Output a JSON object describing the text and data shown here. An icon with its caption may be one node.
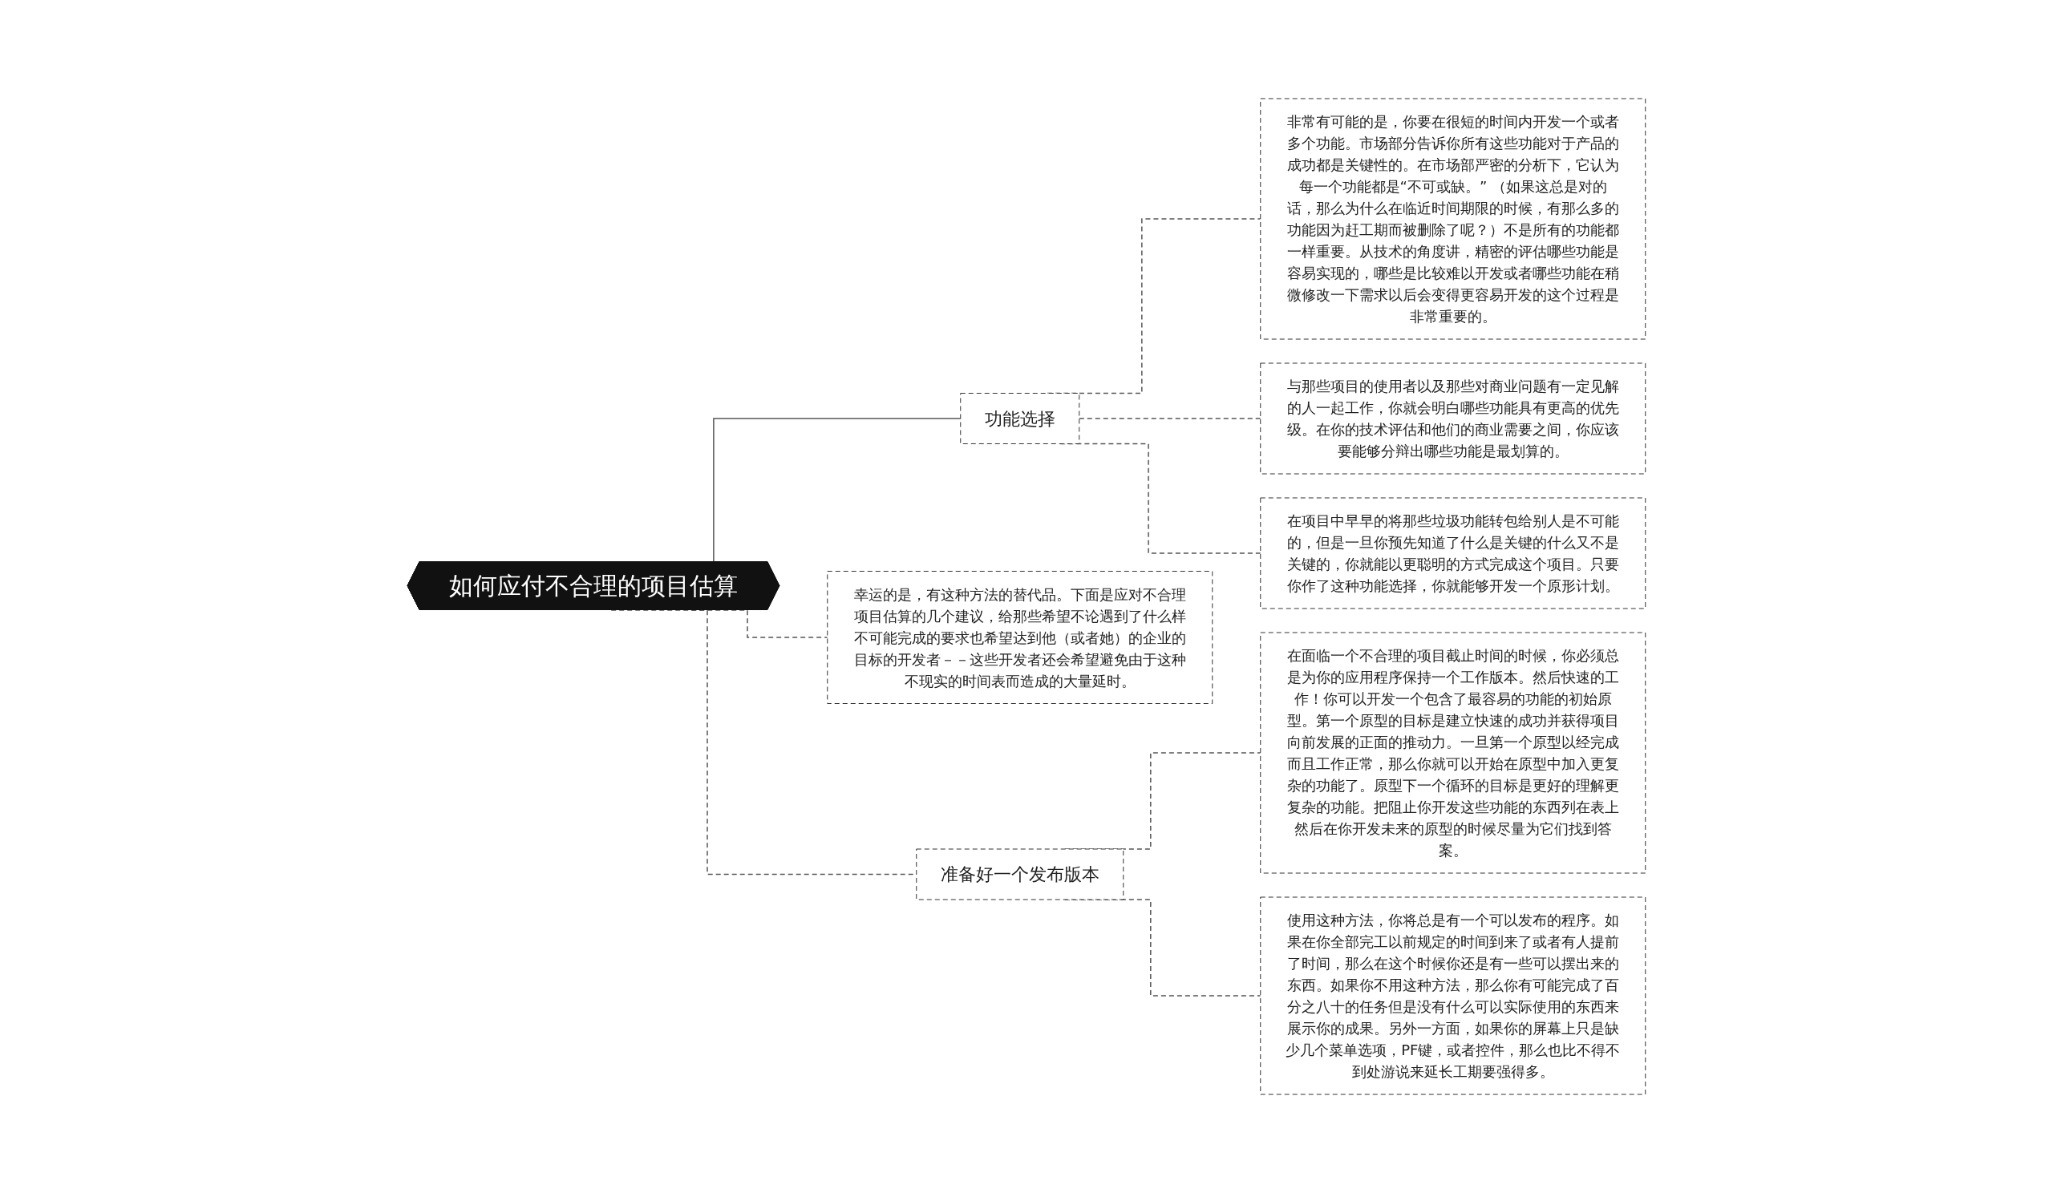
{
  "diagram": {
    "nodes": [
      {
        "text": [
          "如何应付不合理的项目估算"
        ]
      },
      {
        "text": [
          "功能选择"
        ]
      },
      {
        "text": [
          "非常有可能的是，你要在很短的时间内开发一个或者多个功能。市场部分告诉你所有这些功能对于产品的成功都是关键性的。在市场部严密的分析下，它认为每一个功能都是“不可或缺。” （如果这总是对的话，那么为什么在临近时间期限的时候，有那么多的功能因为赶工期而被删除了呢？）不是所有的功能都一样重要。从技术的角度讲，精密的评估哪些功能是容易实现的，哪些是比较难以开发或者哪些功能在稍微修改一下需求以后会变得更容易开发的这个过程是非常重要的。"
        ]
      },
      {
        "text": [
          "与那些项目的使用者以及那些对商业问题有一定见解的人一起工作，你就会明白哪些功能具有更高的优先级。在你的技术评估和他们的商业需要之间，你应该要能够分辩出哪些功能是最划算的。"
        ]
      },
      {
        "text": [
          "在项目中早早的将那些垃圾功能转包给别人是不可能的，但是一旦你预先知道了什么是关键的什么又不是关键的，你就能以更聪明的方式完成这个项目。只要你作了这种功能选择，你就能够开发一个原形计划。"
        ]
      },
      {
        "text": [
          "幸运的是，有这种方法的替代品。下面是应对不合理项目估算的几个建议，给那些希望不论遇到了什么样不可能完成的要求也希望达到他（或者她）的企业的目标的开发者－－这些开发者还会希望避免由于这种不现实的时间表而造成的大量延时。"
        ]
      },
      {
        "text": [
          "准备好一个发布版本"
        ]
      },
      {
        "text": [
          "在面临一个不合理的项目截止时间的时候，你必须总是为你的应用程序保持一个工作版本。然后快速的工作！你可以开发一个包含了最容易的功能的初始原型。第一个原型的目标是建立快速的成功并获得项目向前发展的正面的推动力。一旦第一个原型以经完成而且工作正常，那么你就可以开始在原型中加入更复杂的功能了。原型下一个循环的目标是更好的理解更复杂的功能。把阻止你开发这些功能的东西列在表上然后在你开发未来的原型的时候尽量为它们找到答案。"
        ]
      },
      {
        "text": [
          "使用这种方法，你将总是有一个可以发布的程序。如果在你全部完工以前规定的时间到来了或者有人提前了时间，那么在这个时候你还是有一些可以摆出来的东西。如果你不用这种方法，那么你有可能完成了百分之八十的任务但是没有什么可以实际使用的东西来展示你的成果。另外一方面，如果你的屏幕上只是缺少几个菜单选项，PF键，或者控件，那么也比不得不到处游说来延长工期要强得多。"
        ]
      }
    ],
    "edges": [
      {
        "from": 0,
        "to": 1,
        "arrow": "none"
      },
      {
        "from": 1,
        "to": 2,
        "arrow": "none",
        "style": "dashed"
      },
      {
        "from": 1,
        "to": 3,
        "arrow": "none",
        "style": "dashed"
      },
      {
        "from": 1,
        "to": 4,
        "arrow": "none",
        "style": "dashed"
      },
      {
        "from": 0,
        "to": 5,
        "arrow": "none",
        "style": "dashed"
      },
      {
        "from": 0,
        "to": 6,
        "arrow": "none",
        "style": "dashed"
      },
      {
        "from": 6,
        "to": 7,
        "arrow": "none",
        "style": "dashed"
      },
      {
        "from": 6,
        "to": 8,
        "arrow": "none",
        "style": "dashed"
      }
    ]
  }
}
